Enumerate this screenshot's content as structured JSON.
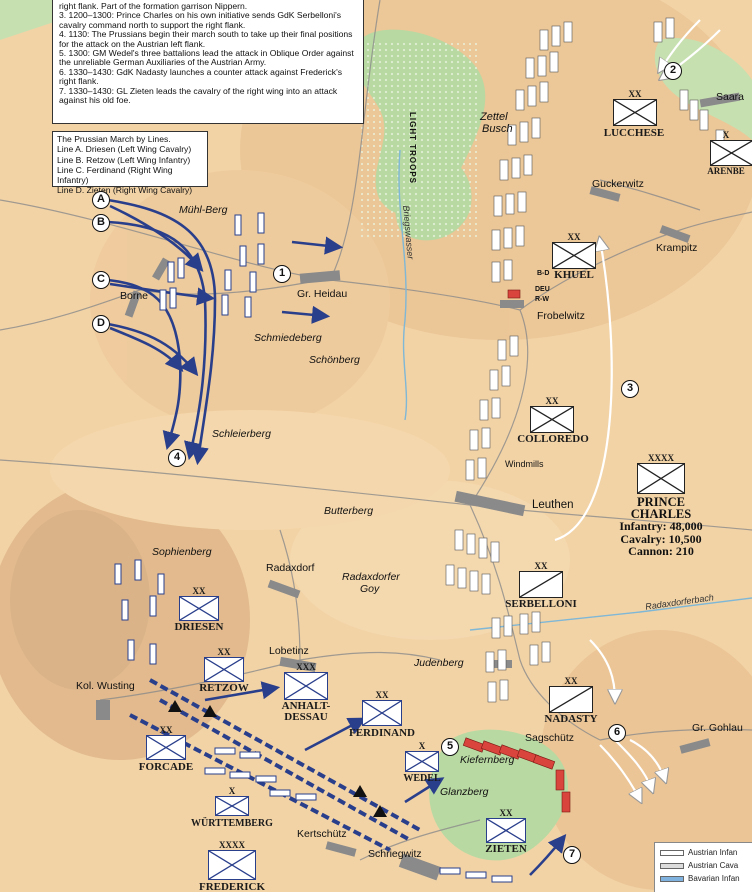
{
  "notes": {
    "items": [
      "right flank. Part of the formation garrison Nippern.",
      "3.  1200–1300: Prince Charles on his own initiative sends GdK Serbelloni's",
      "     cavalry command north to support the right flank.",
      "4.  1130: The Prussians begin their march south to take up their final positions",
      "     for the attack on the Austrian left flank.",
      "5.  1300: GM Wedel's three battalions lead the attack in Oblique Order against",
      "     the unreliable German Auxiliaries of the Austrian Army.",
      "6.  1330–1430: GdK Nadasty launches a counter attack against Frederick's",
      "     right flank.",
      "7.  1330–1430: GL Zieten leads the cavalry of the right wing into an attack",
      "     against his old foe."
    ]
  },
  "march_lines": {
    "title": "The Prussian March by Lines.",
    "items": [
      "Line A.  Driesen (Left Wing Cavalry)",
      "Line B.  Retzow (Left Wing Infantry)",
      "Line C.  Ferdinand (Right Wing Infantry)",
      "Line D.  Zieten (Right Wing Cavalry)"
    ]
  },
  "line_markers": {
    "a": "A",
    "b": "B",
    "c": "C",
    "d": "D"
  },
  "event_markers": {
    "m1": "1",
    "m2": "2",
    "m3": "3",
    "m4": "4",
    "m5": "5",
    "m6": "6",
    "m7": "7"
  },
  "places": {
    "muhlberg": "Mühl-Berg",
    "borne": "Borne",
    "gr_heidau": "Gr. Heidau",
    "schmiedeberg": "Schmiedeberg",
    "schonberg": "Schönberg",
    "schleierberg": "Schleierberg",
    "butterberg": "Butterberg",
    "sophienberg": "Sophienberg",
    "radaxdorf": "Radaxdorf",
    "radaxdorfer_goy_1": "Radaxdorfer",
    "radaxdorfer_goy_2": "Goy",
    "lobetinz": "Lobetinz",
    "kol_wusting": "Kol. Wusting",
    "judenberg": "Judenberg",
    "sagschutz": "Sagschütz",
    "kiefernberg": "Kiefernberg",
    "glanzberg": "Glanzberg",
    "kertschutz": "Kertschütz",
    "schriegwitz": "Schriegwitz",
    "leuthen": "Leuthen",
    "windmills": "Windmills",
    "frobelwitz": "Frobelwitz",
    "krampitz": "Krampitz",
    "guckerwitz": "Guckerwitz",
    "zettel_1": "Zettel",
    "zettel_2": "Busch",
    "saara": "Saara",
    "briegswasser": "Briegswasser",
    "radaxdorferbach": "Radaxdorferbach",
    "gr_gohlau": "Gr. Gohlau",
    "light_troops": "LIGHT TROOPS"
  },
  "commands": {
    "lucchese": {
      "name": "LUCCHESE",
      "echelon": "XX"
    },
    "arenberg": {
      "name": "ARENBE",
      "echelon": "X"
    },
    "khuel": {
      "name": "KHUEL",
      "echelon": "XX"
    },
    "colloredo": {
      "name": "COLLOREDO",
      "echelon": "XX"
    },
    "serbelloni": {
      "name": "SERBELLONI",
      "echelon": "XX"
    },
    "nadasty": {
      "name": "NADASTY",
      "echelon": "XX"
    },
    "driesen": {
      "name": "DRIESEN",
      "echelon": "XX"
    },
    "retzow": {
      "name": "RETZOW",
      "echelon": "XX"
    },
    "anhalt": {
      "name1": "ANHALT-",
      "name2": "DESSAU",
      "echelon": "XXX"
    },
    "ferdinand": {
      "name": "FERDINAND",
      "echelon": "XX"
    },
    "wedel": {
      "name": "WEDEL",
      "echelon": "X"
    },
    "forcade": {
      "name": "FORCADE",
      "echelon": "XX"
    },
    "wurttemberg": {
      "name": "WÜRTTEMBERG",
      "echelon": "X"
    },
    "zieten": {
      "name": "ZIETEN",
      "echelon": "XX"
    },
    "frederick": {
      "name": "FREDERICK",
      "echelon": "XXXX"
    }
  },
  "prince_charles": {
    "echelon": "XXXX",
    "name1": "PRINCE",
    "name2": "CHARLES",
    "infantry": "Infantry: 48,000",
    "cavalry": "Cavalry: 10,500",
    "cannon": "Cannon: 210"
  },
  "small_labels": {
    "bd": "B-D",
    "deu": "DEU",
    "rw": "R-W"
  },
  "legend": {
    "items": [
      {
        "label": "Austrian Infan",
        "color": "#ffffff"
      },
      {
        "label": "Austrian Cava",
        "color": "#dcdcdc"
      },
      {
        "label": "Bavarian Infan",
        "color": "#7fb2de"
      }
    ]
  },
  "colors": {
    "terrain": "#f2d3a6",
    "forest": "#b9d9a2",
    "arrow": "#2a3f8c",
    "prussian": "#2a3f8c",
    "german_aux": "#d9443c",
    "river": "#7fb7d6"
  }
}
